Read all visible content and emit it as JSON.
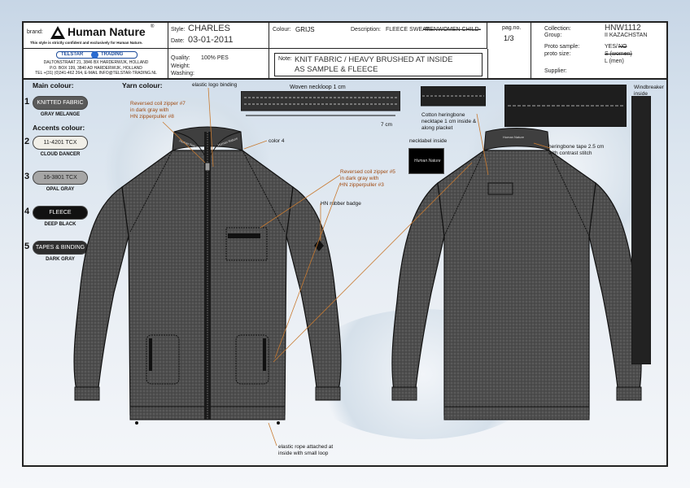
{
  "brand": {
    "label": "brand:",
    "name": "Human Nature",
    "tm": "®",
    "tagline": "This style is strictly confident and exclusively for Human Nature."
  },
  "company": {
    "logo_left": "TELSTAR",
    "logo_right": "TRADING",
    "address1": "DALTONSTRAAT 21, 3846 BX HARDERWIJK, HOLLAND",
    "address2": "P.O. BOX 199, 3840 AD HARDERWIJK, HOLLAND",
    "contact": "TEL +(31) (0)341-462 264, E-MAIL INFO@TELSTAR-TRADING.NL"
  },
  "style": {
    "style_label": "Style:",
    "style_value": "CHARLES",
    "date_label": "Date:",
    "date_value": "03-01-2011",
    "colour_label": "Colour:",
    "colour_value": "GRIJS",
    "quality_label": "Quality:",
    "quality_value": "100% PES",
    "weight_label": "Weight:",
    "washing_label": "Washing:"
  },
  "description": {
    "label": "Description:",
    "value": "FLEECE SWEAT",
    "struck1": "-MEN",
    "struck2": "WOMEN CHILD-"
  },
  "note": {
    "label": "Note:",
    "line1": "KNIT FABRIC / HEAVY BRUSHED AT INSIDE",
    "line2": "AS SAMPLE & FLEECE"
  },
  "page": {
    "label": "pag.no.",
    "value": "1/3"
  },
  "meta": {
    "collection_label": "Collection:",
    "collection_value": "HNW1112",
    "group_label": "Group:",
    "group_value": "II KAZACHSTAN",
    "proto_sample_label": "Proto sample:",
    "proto_sample_yes": "YES/",
    "proto_sample_no": "NO",
    "proto_size_label": "proto size:",
    "proto_size_struck": "S (women)",
    "proto_size_value": "L (men)",
    "supplier_label": "Supplier:"
  },
  "colours": {
    "main_title": "Main colour:",
    "yarn_title": "Yarn colour:",
    "accents_title": "Accents colour:",
    "swatches": [
      {
        "num": "1",
        "label": "KNITTED FABRIC",
        "caption": "GRAY MELANGE",
        "bg": "#5a5a5a",
        "fg": "#ffffff"
      },
      {
        "num": "2",
        "label": "11-4201 TCX",
        "caption": "CLOUD DANCER",
        "bg": "#f1efe8",
        "fg": "#222222"
      },
      {
        "num": "3",
        "label": "16-3801 TCX",
        "caption": "OPAL GRAY",
        "bg": "#a6a6a6",
        "fg": "#222222"
      },
      {
        "num": "4",
        "label": "FLEECE",
        "caption": "DEEP BLACK",
        "bg": "#111111",
        "fg": "#ffffff"
      },
      {
        "num": "5",
        "label": "TAPES & BINDING",
        "caption": "DARK GRAY",
        "bg": "#2e2e2e",
        "fg": "#ffffff"
      }
    ]
  },
  "annotations": {
    "elastic_logo": "elastic logo binding",
    "woven_neckloop": "Woven neckloop 1 cm",
    "seven_cm": "7 cm",
    "zipper7_1": "Reversed coil zipper #7",
    "zipper7_2": "in dark gray with",
    "zipper7_3": "HN zipperpuller #8",
    "color4": "color 4",
    "zipper5_1": "Reversed coil zipper #5",
    "zipper5_2": "in dark gray with",
    "zipper5_3": "HN zipperpuller #3",
    "badge": "HN rubber badge",
    "tape1": "Cotton heringbone",
    "tape2": "necktape 1 cm inside &",
    "tape3": "along placket",
    "necklabel": "necklabel inside",
    "windbreaker1": "Windbreaker",
    "windbreaker2": "inside",
    "herring1": "heringbone tape 2.5 cm",
    "herring2": "with contrast stitch",
    "rope1": "elastic rope attached at",
    "rope2": "inside with small loop",
    "collar_text": "Human Nature"
  },
  "colors": {
    "garment": "#4e4e4e",
    "leader": "#c87a30",
    "outline": "#1a1a1a"
  }
}
